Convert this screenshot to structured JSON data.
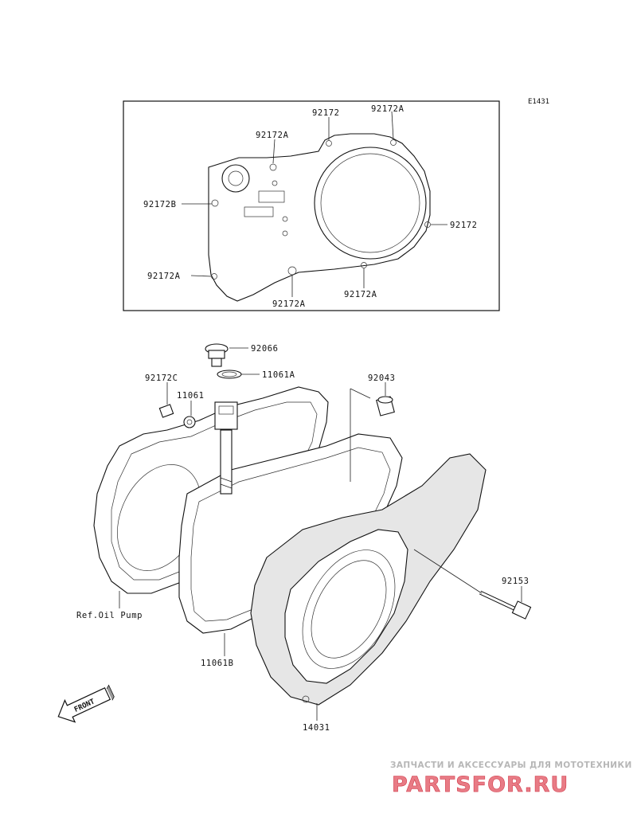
{
  "diagram_code": "E1431",
  "inset_labels": {
    "top_center": "92172",
    "top_right": "92172A",
    "upper_center": "92172A",
    "left": "92172B",
    "right": "92172",
    "lower_left": "92172A",
    "bottom_center": "92172A",
    "bottom_right": "92172A"
  },
  "part_labels": {
    "p92066": "92066",
    "p11061A": "11061A",
    "p92172C": "92172C",
    "p11061": "11061",
    "p92043": "92043",
    "p92153": "92153",
    "ref_oil_pump": "Ref.Oil Pump",
    "p11061B": "11061B",
    "p14031": "14031"
  },
  "front_arrow": "FRONT",
  "watermark": {
    "tagline": "ЗАПЧАСТИ И АКСЕССУАРЫ ДЛЯ МОТОТЕХНИКИ",
    "logo": "PARTSFOR.RU",
    "logo_colors": {
      "fill": "#e87b85",
      "stroke": "#d23a4a"
    }
  }
}
